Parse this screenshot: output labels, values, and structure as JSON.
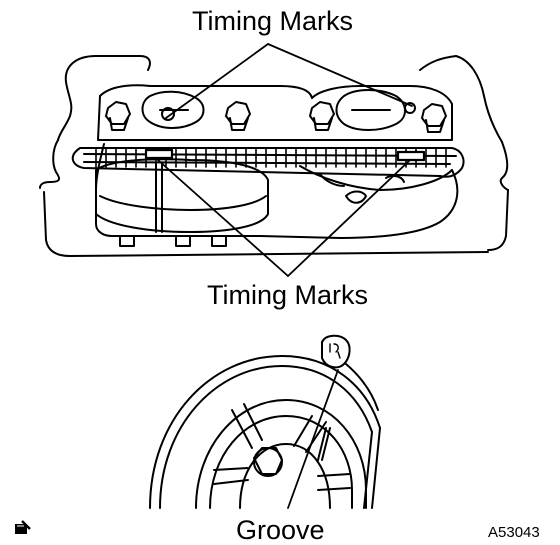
{
  "labels": {
    "timing_marks_top": "Timing Marks",
    "timing_marks_bottom": "Timing Marks",
    "groove": "Groove",
    "figure_code": "A53043"
  },
  "pulley_marks": "10 0",
  "icons": [
    "engine-cover-outline",
    "camshaft-sprocket-left",
    "camshaft-sprocket-right",
    "timing-chain",
    "crankshaft-pulley",
    "note-icon"
  ],
  "colors": {
    "line": "#000000",
    "background": "#ffffff"
  }
}
